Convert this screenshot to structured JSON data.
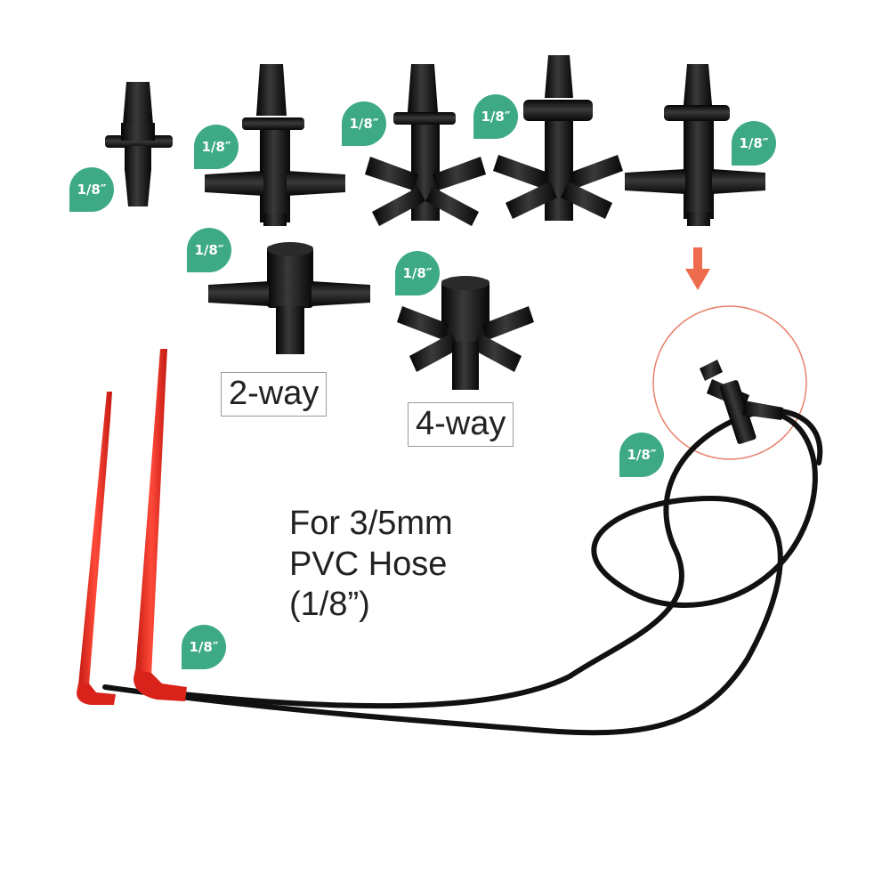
{
  "size_label": "1/8″",
  "type_labels": {
    "two_way": "2-way",
    "four_way": "4-way"
  },
  "caption": {
    "line1": "For 3/5mm",
    "line2": "PVC Hose",
    "line3": "(1/8”)"
  },
  "colors": {
    "badge": "#3daa85",
    "fitting": "#141414",
    "stake": "#e8281e",
    "arrow": "#ee6b4d",
    "circle": "#e8806a",
    "hose": "#111111"
  }
}
